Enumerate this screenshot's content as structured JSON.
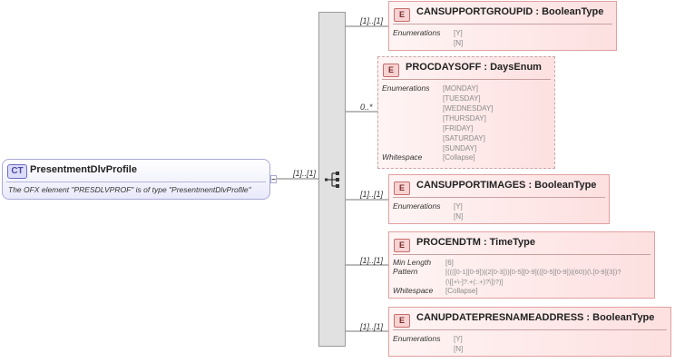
{
  "complex_type": {
    "badge": "CT",
    "name": "PresentmentDlvProfile",
    "description": "The OFX element \"PRESDLVPROF\" is of type \"PresentmentDlvProfile\"",
    "cardinality": "[1]..[1]"
  },
  "elements": [
    {
      "badge": "E",
      "name": "CANSUPPORTGROUPID : BooleanType",
      "cardinality": "[1]..[1]",
      "facets": [
        {
          "label": "Enumerations",
          "values": [
            "[Y]",
            "[N]"
          ]
        }
      ]
    },
    {
      "badge": "E",
      "name": "PROCDAYSOFF : DaysEnum",
      "cardinality": "0..*",
      "facets": [
        {
          "label": "Enumerations",
          "values": [
            "[MONDAY]",
            "[TUESDAY]",
            "[WEDNESDAY]",
            "[THURSDAY]",
            "[FRIDAY]",
            "[SATURDAY]",
            "[SUNDAY]"
          ]
        },
        {
          "label": "Whitespace",
          "values": [
            "[Collapse]"
          ]
        }
      ]
    },
    {
      "badge": "E",
      "name": "CANSUPPORTIMAGES : BooleanType",
      "cardinality": "[1]..[1]",
      "facets": [
        {
          "label": "Enumerations",
          "values": [
            "[Y]",
            "[N]"
          ]
        }
      ]
    },
    {
      "badge": "E",
      "name": "PROCENDTM : TimeType",
      "cardinality": "[1]..[1]",
      "facets": [
        {
          "label": "Min Length",
          "values": [
            "[6]"
          ]
        },
        {
          "label": "Pattern",
          "values": [
            "[((([0-1][0-9])|(2[0-3]))[0-5][0-9](([0-5][0-9])|(60))(\\.[0-9]{3})?",
            "(\\[[+\\-]?.+(:.+)?\\])?)]"
          ]
        },
        {
          "label": "Whitespace",
          "values": [
            "[Collapse]"
          ]
        }
      ]
    },
    {
      "badge": "E",
      "name": "CANUPDATEPRESNAMEADDRESS : BooleanType",
      "cardinality": "[1]..[1]",
      "facets": [
        {
          "label": "Enumerations",
          "values": [
            "[Y]",
            "[N]"
          ]
        }
      ]
    }
  ]
}
